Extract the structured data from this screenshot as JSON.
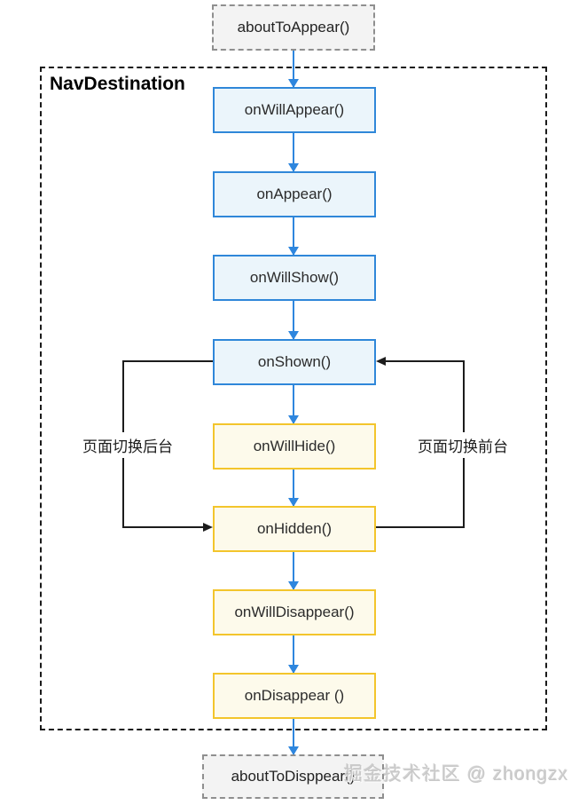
{
  "diagram": {
    "type": "flowchart",
    "container_title": "NavDestination",
    "external": {
      "top": "aboutToAppear()",
      "bottom": "aboutToDisppear()"
    },
    "nodes": [
      {
        "id": "onWillAppear",
        "label": "onWillAppear()",
        "phase": "show-blue"
      },
      {
        "id": "onAppear",
        "label": "onAppear()",
        "phase": "show-blue"
      },
      {
        "id": "onWillShow",
        "label": "onWillShow()",
        "phase": "show-blue"
      },
      {
        "id": "onShown",
        "label": "onShown()",
        "phase": "show-blue"
      },
      {
        "id": "onWillHide",
        "label": "onWillHide()",
        "phase": "hide-yellow"
      },
      {
        "id": "onHidden",
        "label": "onHidden()",
        "phase": "hide-yellow"
      },
      {
        "id": "onWillDisappear",
        "label": "onWillDisappear()",
        "phase": "hide-yellow"
      },
      {
        "id": "onDisappear",
        "label": "onDisappear ()",
        "phase": "hide-yellow"
      }
    ],
    "loop_labels": {
      "left": "页面切换后台",
      "right": "页面切换前台"
    },
    "loops": [
      {
        "from": "onShown",
        "to": "onHidden",
        "label": "页面切换后台",
        "side": "left"
      },
      {
        "from": "onHidden",
        "to": "onShown",
        "label": "页面切换前台",
        "side": "right"
      }
    ],
    "watermark": "掘金技术社区 @ zhongzx",
    "colors": {
      "blue_border": "#2f87d9",
      "blue_fill": "#ebf5fb",
      "yellow_border": "#f3c52c",
      "yellow_fill": "#fdfaeb",
      "arrow_blue": "#2e86de",
      "loop_black": "#1c1c1c",
      "ext_border": "#8f8f8f",
      "ext_fill": "#f3f3f3"
    }
  }
}
